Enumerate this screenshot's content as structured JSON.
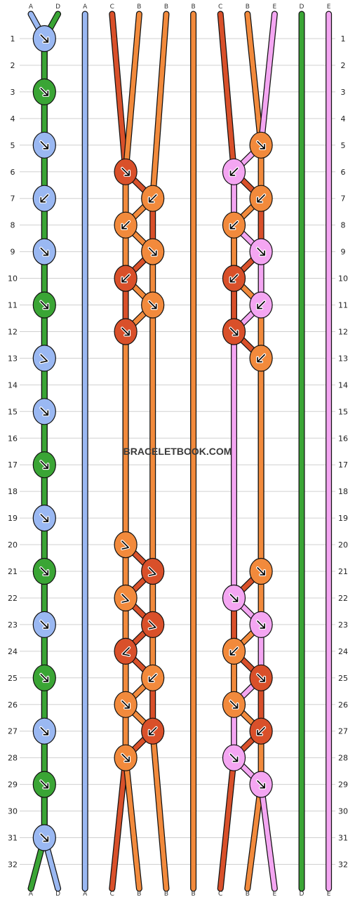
{
  "pattern": {
    "watermark": "BRACELETBOOK.COM",
    "strand_letters": [
      "A",
      "D",
      "A",
      "C",
      "B",
      "B",
      "B",
      "C",
      "B",
      "E",
      "D",
      "E"
    ],
    "row_count": 32,
    "colors": {
      "A": "#9ab8f2",
      "B": "#f28a3c",
      "C": "#d9502a",
      "D": "#3aa535",
      "E": "#f4a6f2",
      "outline": "#111111",
      "grid": "#d0d0d0"
    },
    "rows": [
      [
        "fwd",
        "-",
        "-",
        "-",
        "-",
        "-",
        "-",
        "-",
        "-",
        "-",
        "fb"
      ],
      [
        "-",
        "-",
        "-",
        "-",
        "-",
        "-",
        "-",
        "-",
        "-",
        "-",
        "-"
      ],
      [
        "fwd",
        "-",
        "-",
        "-",
        "-",
        "-",
        "-",
        "-",
        "-",
        "-",
        "fb"
      ],
      [
        "-",
        "-",
        "-",
        "-",
        "-",
        "-",
        "-",
        "-",
        "-",
        "fb",
        "-"
      ],
      [
        "fwd",
        "-",
        "-",
        "-",
        "fwd",
        "-",
        "fwd",
        "-",
        "bb",
        "-",
        "fb"
      ],
      [
        "-",
        "fwd",
        "-",
        "bwd",
        "-",
        "bwd",
        "-",
        "bwd",
        "-",
        "fwd",
        "-"
      ],
      [
        "bwd",
        "-",
        "bwd",
        "-",
        "bwd",
        "-",
        "fwd",
        "-",
        "bb",
        "-",
        "fb"
      ],
      [
        "-",
        "bwd",
        "-",
        "bwd",
        "-",
        "bwd",
        "-",
        "fwd",
        "-",
        "fwd",
        "-"
      ],
      [
        "fwd",
        "-",
        "fwd",
        "-",
        "fwd",
        "-",
        "bwd",
        "-",
        "bwd",
        "-",
        "fb"
      ],
      [
        "-",
        "bwd",
        "-",
        "bwd",
        "-",
        "bwd",
        "-",
        "bwd",
        "-",
        "bwd",
        "-"
      ],
      [
        "fwd",
        "-",
        "fwd",
        "-",
        "bwd",
        "-",
        "bwd",
        "-",
        "bb",
        "-",
        "fb"
      ],
      [
        "-",
        "fwd",
        "-",
        "fwd",
        "-",
        "bwd",
        "-",
        "bwd",
        "-",
        "fwd",
        "-"
      ],
      [
        "fb",
        "-",
        "-",
        "-",
        "bwd",
        "-",
        "bwd",
        "-",
        "-",
        "-",
        "fb"
      ],
      [
        "-",
        "-",
        "-",
        "-",
        "-",
        "-",
        "-",
        "-",
        "-",
        "-",
        "-"
      ],
      [
        "fwd",
        "-",
        "-",
        "-",
        "-",
        "-",
        "-",
        "-",
        "-",
        "-",
        "bwd"
      ],
      [
        "-",
        "-",
        "-",
        "-",
        "-",
        "-",
        "-",
        "-",
        "-",
        "-",
        "-"
      ],
      [
        "fwd",
        "-",
        "-",
        "-",
        "-",
        "-",
        "-",
        "-",
        "-",
        "-",
        "bwd"
      ],
      [
        "-",
        "-",
        "-",
        "-",
        "-",
        "-",
        "-",
        "-",
        "-",
        "-",
        "-"
      ],
      [
        "fwd",
        "-",
        "-",
        "-",
        "-",
        "-",
        "-",
        "-",
        "-",
        "-",
        "bwd"
      ],
      [
        "-",
        "fb",
        "-",
        "-",
        "-",
        "-",
        "-",
        "-",
        "-",
        "-",
        "-"
      ],
      [
        "fwd",
        "-",
        "fb",
        "-",
        "fwd",
        "-",
        "fwd",
        "-",
        "fwd",
        "-",
        "bwd"
      ],
      [
        "-",
        "fb",
        "-",
        "fwd",
        "-",
        "bwd",
        "-",
        "fwd",
        "-",
        "fwd",
        "-"
      ],
      [
        "fwd",
        "-",
        "fb",
        "-",
        "fwd",
        "-",
        "fwd",
        "-",
        "fwd",
        "-",
        "bwd"
      ],
      [
        "-",
        "bb",
        "-",
        "bwd",
        "-",
        "bwd",
        "-",
        "bwd",
        "-",
        "bwd",
        "-"
      ],
      [
        "fwd",
        "-",
        "bwd",
        "-",
        "fwd",
        "-",
        "bwd",
        "-",
        "bwd",
        "-",
        "bwd"
      ],
      [
        "-",
        "fwd",
        "-",
        "fwd",
        "-",
        "fwd",
        "-",
        "bwd",
        "-",
        "bwd",
        "-"
      ],
      [
        "fwd",
        "-",
        "bwd",
        "-",
        "bwd",
        "-",
        "fwd",
        "-",
        "bwd",
        "-",
        "bwd"
      ],
      [
        "-",
        "fwd",
        "-",
        "fwd",
        "-",
        "bwd",
        "-",
        "fwd",
        "-",
        "fwd",
        "-"
      ],
      [
        "fwd",
        "-",
        "-",
        "-",
        "fwd",
        "-",
        "bwd",
        "-",
        "-",
        "-",
        "bwd"
      ],
      [
        "-",
        "-",
        "-",
        "-",
        "-",
        "-",
        "-",
        "-",
        "-",
        "-",
        "-"
      ],
      [
        "fwd",
        "-",
        "-",
        "-",
        "-",
        "-",
        "-",
        "-",
        "-",
        "-",
        "bwd"
      ],
      [
        "-",
        "-",
        "-",
        "-",
        "-",
        "-",
        "-",
        "-",
        "-",
        "-",
        "-"
      ]
    ]
  }
}
